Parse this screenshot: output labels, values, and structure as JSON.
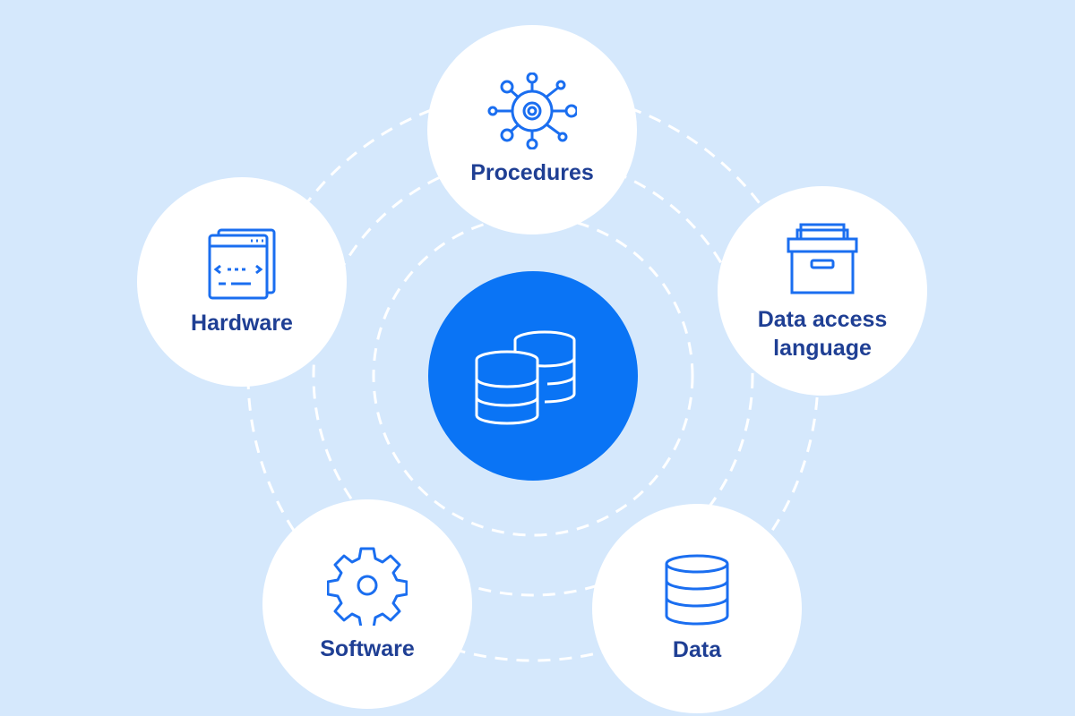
{
  "center": {
    "icon": "database-stack-icon"
  },
  "nodes": [
    {
      "id": "procedures",
      "label": "Procedures",
      "icon": "network-gear-icon"
    },
    {
      "id": "hardware",
      "label": "Hardware",
      "icon": "browser-code-window-icon"
    },
    {
      "id": "data-access-language",
      "label": "Data access language",
      "icon": "file-box-icon"
    },
    {
      "id": "software",
      "label": "Software",
      "icon": "gear-icon"
    },
    {
      "id": "data",
      "label": "Data",
      "icon": "database-icon"
    }
  ],
  "colors": {
    "background": "#d5e8fc",
    "accent": "#0a74f5",
    "icon": "#1a6ef0",
    "label": "#1f3f94"
  }
}
